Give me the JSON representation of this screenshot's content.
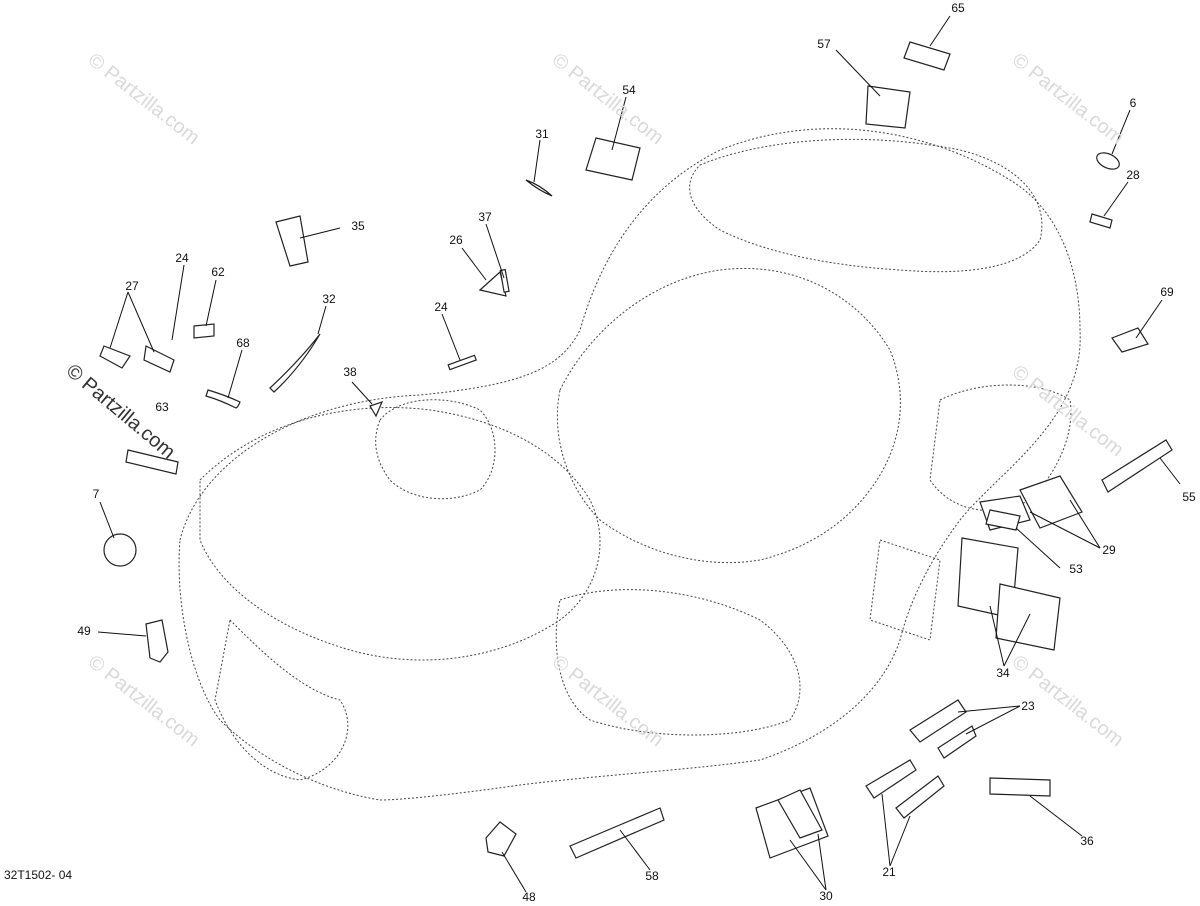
{
  "diagram_code": "32T1502- 04",
  "watermark": "© Partzilla.com",
  "callouts": [
    "65",
    "57",
    "6",
    "54",
    "31",
    "28",
    "35",
    "37",
    "26",
    "24",
    "62",
    "27",
    "32",
    "68",
    "38",
    "24",
    "69",
    "63",
    "7",
    "55",
    "29",
    "53",
    "49",
    "34",
    "23",
    "36",
    "21",
    "30",
    "58",
    "48"
  ]
}
